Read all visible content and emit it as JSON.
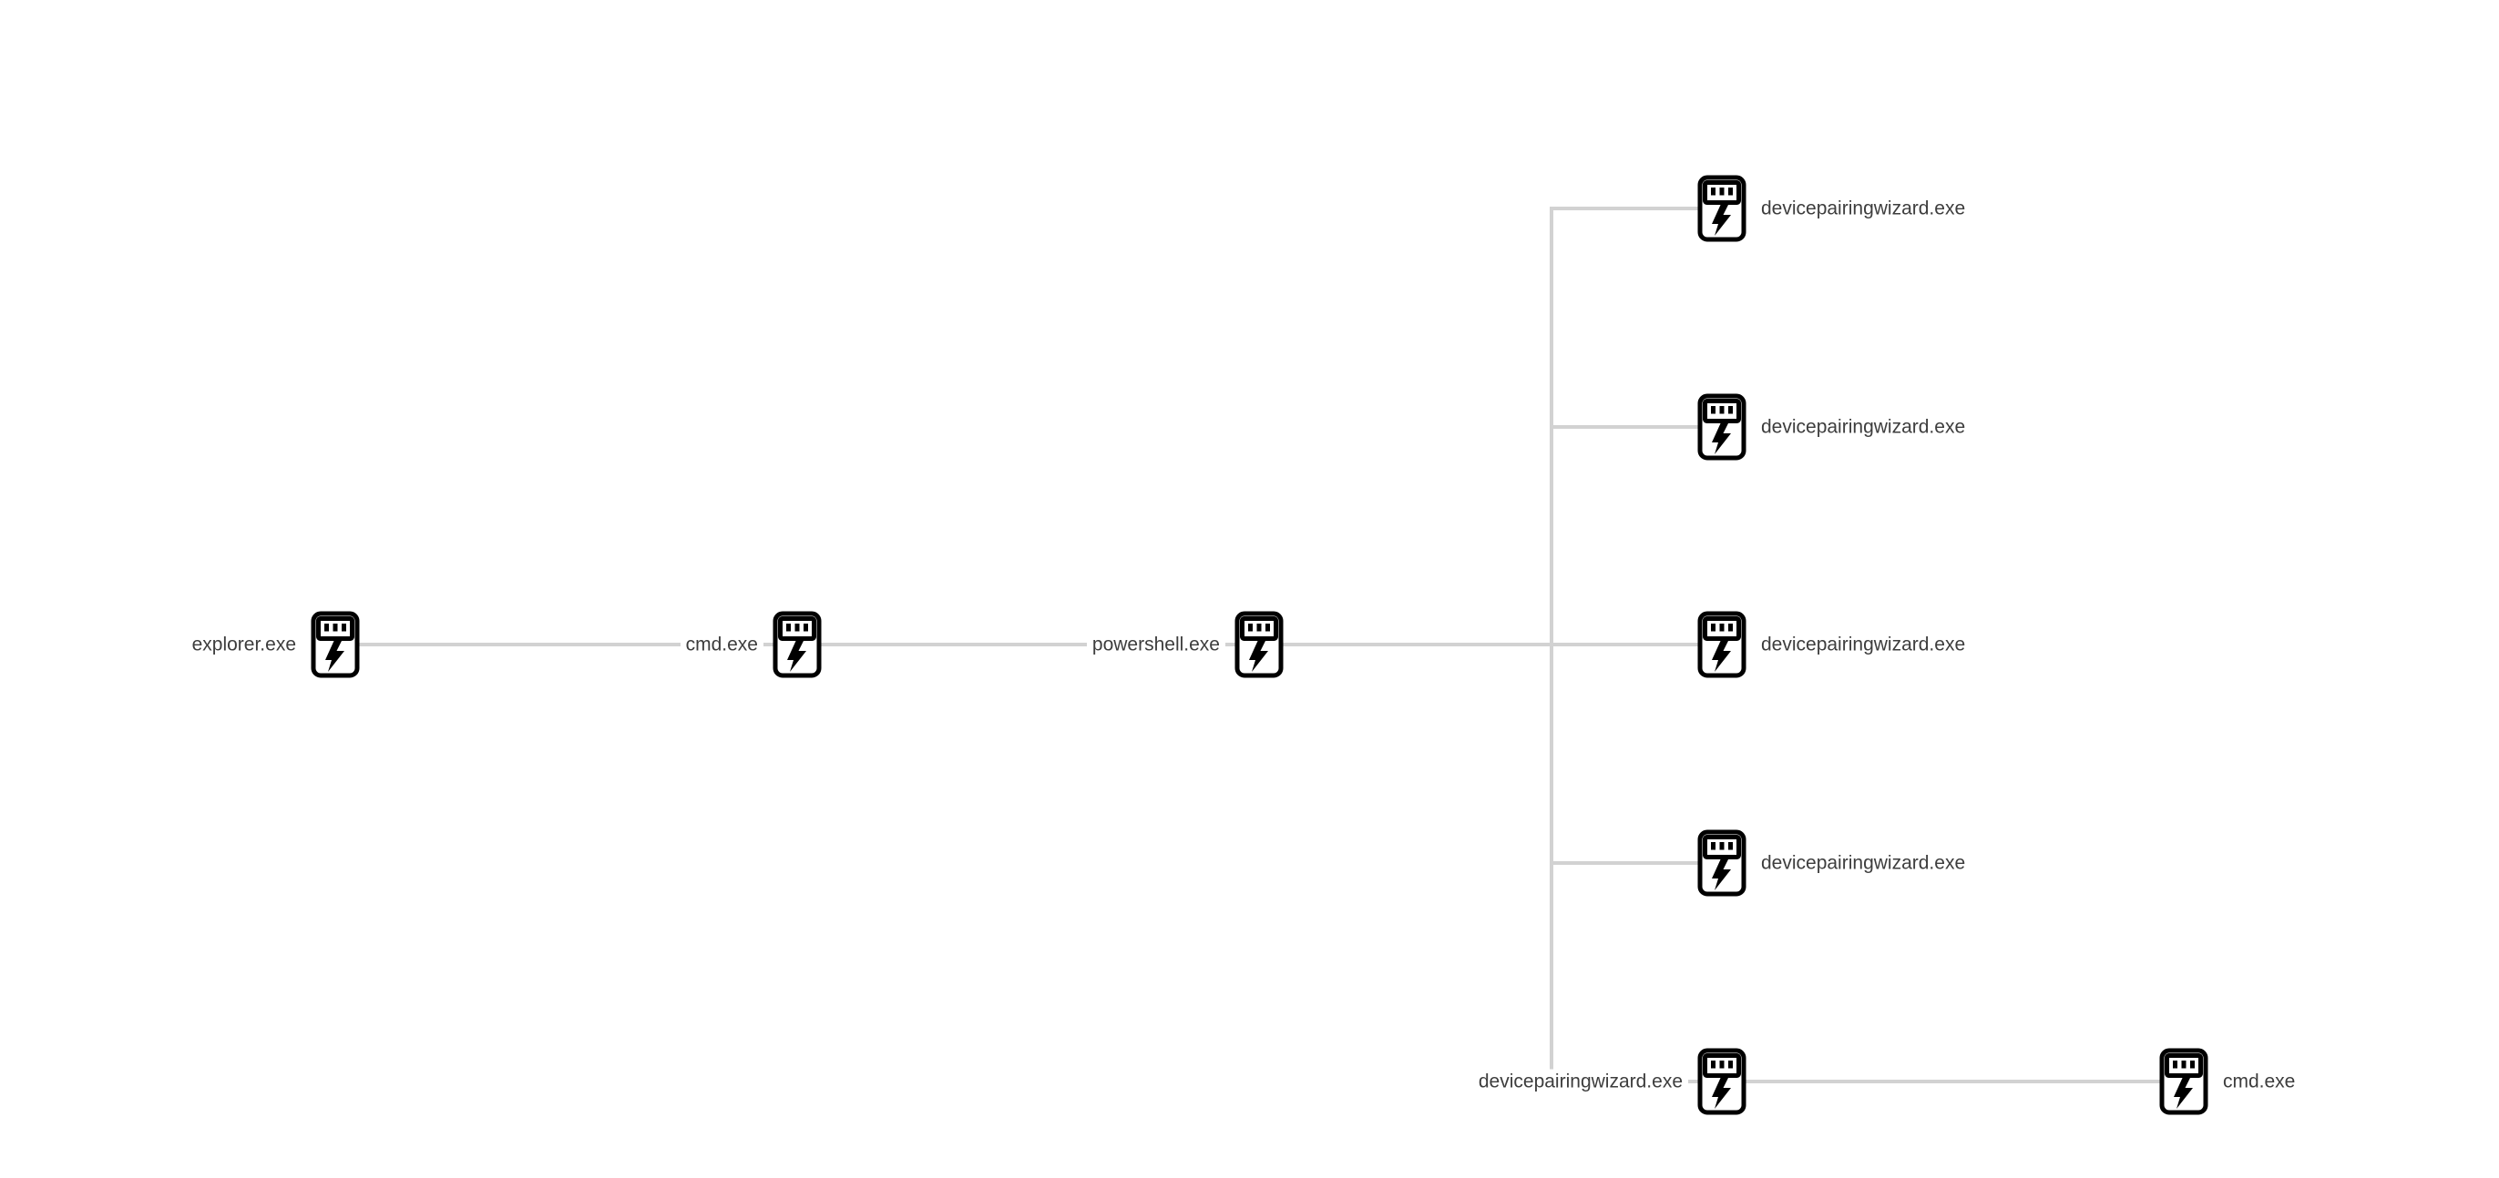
{
  "diagram": {
    "type": "process-tree",
    "direction": "left-to-right",
    "colors": {
      "background": "#ffffff",
      "edge": "#d2d2d2",
      "label": "#3d3d3d",
      "icon_stroke": "#000000",
      "icon_fill": "#ffffff"
    },
    "icon_glyph": "process-lightning-icon",
    "nodes": [
      {
        "label": "explorer.exe",
        "label_side": "left"
      },
      {
        "label": "cmd.exe",
        "label_side": "left"
      },
      {
        "label": "powershell.exe",
        "label_side": "left"
      },
      {
        "label": "devicepairingwizard.exe",
        "label_side": "right"
      },
      {
        "label": "devicepairingwizard.exe",
        "label_side": "right"
      },
      {
        "label": "devicepairingwizard.exe",
        "label_side": "right"
      },
      {
        "label": "devicepairingwizard.exe",
        "label_side": "right"
      },
      {
        "label": "devicepairingwizard.exe",
        "label_side": "left"
      },
      {
        "label": "cmd.exe",
        "label_side": "right"
      }
    ],
    "edges": [
      {
        "from": 0,
        "to": 1
      },
      {
        "from": 1,
        "to": 2
      },
      {
        "from": 2,
        "to": 3
      },
      {
        "from": 2,
        "to": 4
      },
      {
        "from": 2,
        "to": 5
      },
      {
        "from": 2,
        "to": 6
      },
      {
        "from": 2,
        "to": 7
      },
      {
        "from": 7,
        "to": 8
      }
    ]
  }
}
